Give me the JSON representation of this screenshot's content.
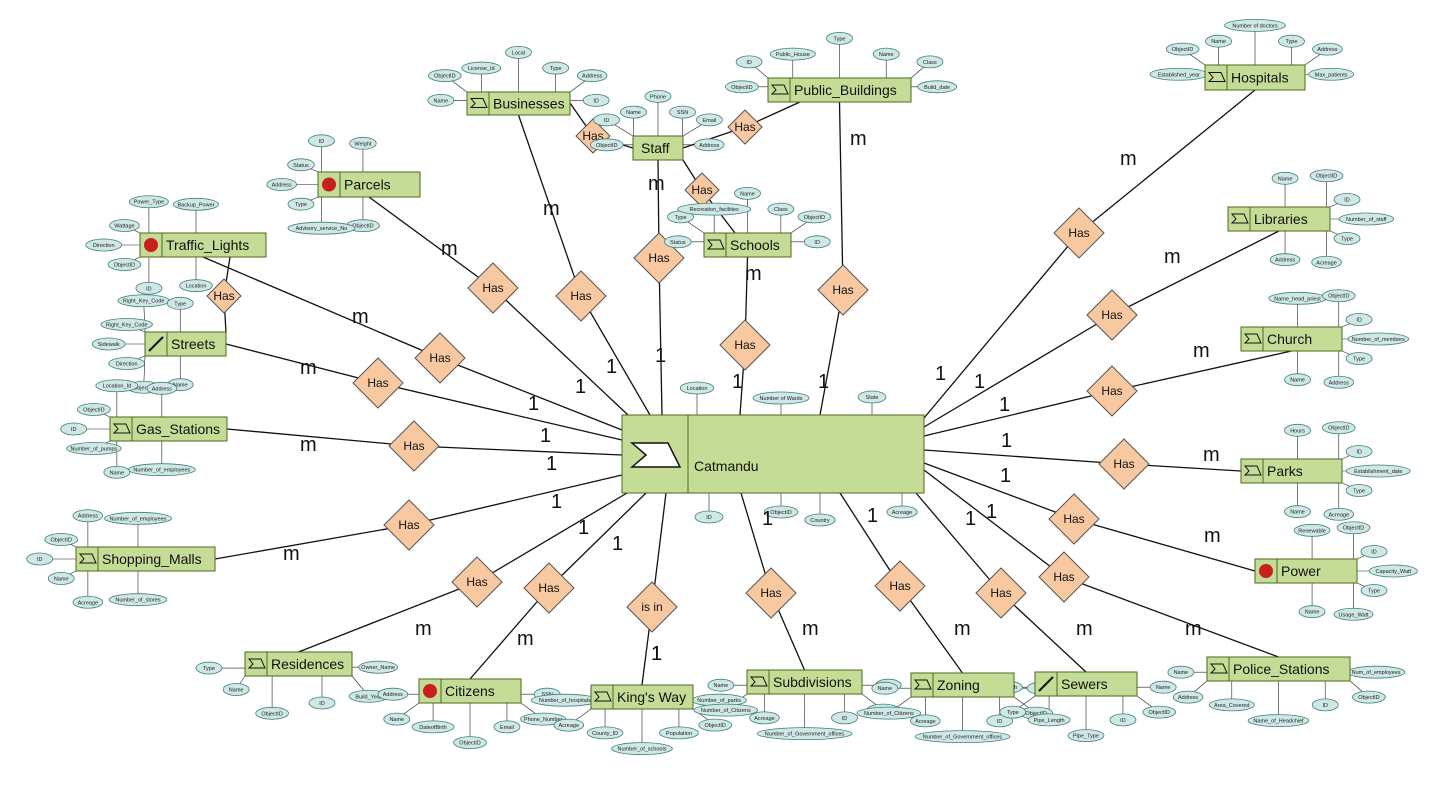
{
  "center": {
    "name": "Catmandu",
    "attributes": [
      "Location",
      "Number of Wards",
      "State",
      "ObjectID",
      "ID",
      "Country",
      "Acreage"
    ]
  },
  "entities": [
    {
      "name": "Businesses",
      "icon": "flag",
      "relationship": "Has",
      "card_center": "1",
      "card_entity": "m",
      "attributes": [
        "Name",
        "ObjectID",
        "License_Id",
        "Local",
        "Type",
        "Address",
        "ID"
      ]
    },
    {
      "name": "Public_Buildings",
      "icon": "flag",
      "relationship": "Has",
      "card_center": "1",
      "card_entity": "m",
      "attributes": [
        "ObjectID",
        "ID",
        "Public_House",
        "Type",
        "Name",
        "Class",
        "Build_date"
      ]
    },
    {
      "name": "Staff",
      "icon": "",
      "relationship": "Has",
      "card_center": "1",
      "card_entity": "m",
      "attributes": [
        "ObjectID",
        "ID",
        "Name",
        "Phone",
        "SSN",
        "Email",
        "Address"
      ]
    },
    {
      "name": "Parcels",
      "icon": "dot",
      "relationship": "Has",
      "card_center": "1",
      "card_entity": "m",
      "attributes": [
        "ObjectID",
        "Advisory_service_No",
        "Type",
        "Address",
        "Status",
        "ID",
        "Weight"
      ]
    },
    {
      "name": "Traffic_Lights",
      "icon": "dot",
      "relationship": "Has",
      "card_center": "1",
      "card_entity": "m",
      "attributes": [
        "Location",
        "ID",
        "ObjectID",
        "Direction",
        "Wattage",
        "Power_Type",
        "Backup_Power"
      ]
    },
    {
      "name": "Streets",
      "icon": "line",
      "relationship": "Has",
      "card_center": "1",
      "card_entity": "m",
      "attributes": [
        "Name",
        "ObjectID",
        "Direction",
        "Sidewalk",
        "Right_Key_Code",
        "Right_Key_Code",
        "Type"
      ]
    },
    {
      "name": "Schools",
      "icon": "flag",
      "relationship": "Has",
      "card_center": "1",
      "card_entity": "m",
      "attributes": [
        "Status",
        "Type",
        "Recreation_facilities",
        "Name",
        "Class",
        "ObjectID",
        "ID"
      ]
    },
    {
      "name": "Gas_Stations",
      "icon": "flag",
      "relationship": "Has",
      "card_center": "1",
      "card_entity": "m",
      "attributes": [
        "Number_of_employees",
        "Name",
        "Number_of_pumps",
        "ID",
        "ObjectID",
        "Location_Id",
        "Address"
      ]
    },
    {
      "name": "Shopping_Malls",
      "icon": "flag",
      "relationship": "Has",
      "card_center": "1",
      "card_entity": "m",
      "attributes": [
        "Number_of_stores",
        "Acreage",
        "Name",
        "ID",
        "ObjectID",
        "Address",
        "Number_of_employees"
      ]
    },
    {
      "name": "Residences",
      "icon": "flag",
      "relationship": "Has",
      "card_center": "1",
      "card_entity": "m",
      "attributes": [
        "Owner_Name",
        "Build_Year",
        "ID",
        "ObjectID",
        "Name",
        "Type"
      ]
    },
    {
      "name": "Citizens",
      "icon": "dot",
      "relationship": "Has",
      "card_center": "1",
      "card_entity": "m",
      "attributes": [
        "SSN",
        "Phone_Number",
        "Email",
        "ObjectID",
        "DateofBirth",
        "Name",
        "Address"
      ]
    },
    {
      "name": "King's Way",
      "icon": "flag",
      "relationship": "is in",
      "card_center": "1",
      "card_entity": "1",
      "attributes": [
        "Number_of_parks",
        "ObjectID",
        "Population",
        "Number_of_schools",
        "County_ID",
        "Acreage",
        "Number_of_hospitals"
      ]
    },
    {
      "name": "Subdivisions",
      "icon": "flag",
      "relationship": "Has",
      "card_center": "1",
      "card_entity": "m",
      "attributes": [
        "Type",
        "ObjectID",
        "ID",
        "Number_of_Government_offices",
        "Acreage",
        "Number_of_Citizens",
        "Name"
      ]
    },
    {
      "name": "Zoning",
      "icon": "flag",
      "relationship": "Has",
      "card_center": "1",
      "card_entity": "m",
      "attributes": [
        "Type",
        "ObjectID",
        "ID",
        "Number_of_Government_offices",
        "Acreage",
        "Number_of_Citizens",
        "Name"
      ]
    },
    {
      "name": "Sewers",
      "icon": "line",
      "relationship": "Has",
      "card_center": "1",
      "card_entity": "m",
      "attributes": [
        "Name",
        "ObjectID",
        "ID",
        "Pipe_Type",
        "Pipe_Length",
        "Type",
        "Length"
      ]
    },
    {
      "name": "Hospitals",
      "icon": "flag",
      "relationship": "Has",
      "card_center": "1",
      "card_entity": "m",
      "attributes": [
        "Established_year",
        "ObjectID",
        "Name",
        "Number of doctors",
        "Type",
        "Address",
        "Max_patients"
      ]
    },
    {
      "name": "Libraries",
      "icon": "flag",
      "relationship": "Has",
      "card_center": "1",
      "card_entity": "m",
      "attributes": [
        "Name",
        "ObjectID",
        "ID",
        "Number_of_staff",
        "Type",
        "Acreage",
        "Address"
      ]
    },
    {
      "name": "Church",
      "icon": "flag",
      "relationship": "Has",
      "card_center": "1",
      "card_entity": "m",
      "attributes": [
        "Name_head_priest",
        "ObjectID",
        "ID",
        "Number_of_members",
        "Type",
        "Address",
        "Name"
      ]
    },
    {
      "name": "Parks",
      "icon": "flag",
      "relationship": "Has",
      "card_center": "1",
      "card_entity": "m",
      "attributes": [
        "Hours",
        "ObjectID",
        "ID",
        "Establishment_date",
        "Type",
        "Acreage",
        "Name"
      ]
    },
    {
      "name": "Power",
      "icon": "dot",
      "relationship": "Has",
      "card_center": "1",
      "card_entity": "m",
      "attributes": [
        "Renewable",
        "ObjectID",
        "ID",
        "Capacity_Watt",
        "Type",
        "Usage_Watt",
        "Name"
      ]
    },
    {
      "name": "Police_Stations",
      "icon": "flag",
      "relationship": "Has",
      "card_center": "1",
      "card_entity": "m",
      "attributes": [
        "Num_of_employees",
        "ObjectID",
        "ID",
        "Name_of_Headchief",
        "Area_Covered",
        "Address",
        "Name"
      ]
    }
  ],
  "colors": {
    "entity_fill": "#c5dc96",
    "relationship_fill": "#f8c9a0",
    "attribute_fill": "#cfe8e5",
    "icon_dot": "#c8201f"
  }
}
